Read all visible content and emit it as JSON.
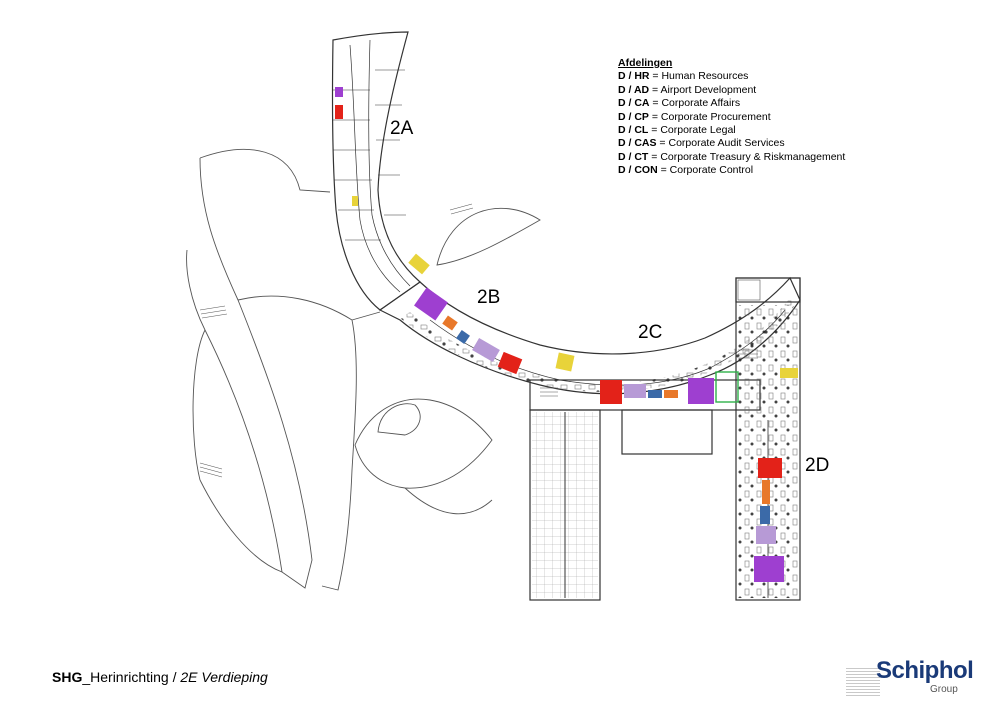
{
  "legend": {
    "title": "Afdelingen",
    "items": [
      {
        "code": "D / HR",
        "sep": " = ",
        "name": "Human Resources"
      },
      {
        "code": "D / AD",
        "sep": " = ",
        "name": "Airport Development"
      },
      {
        "code": "D / CA",
        "sep": " = ",
        "name": "Corporate Affairs"
      },
      {
        "code": "D / CP",
        "sep": " = ",
        "name": "Corporate Procurement"
      },
      {
        "code": "D / CL",
        "sep": " = ",
        "name": "Corporate Legal"
      },
      {
        "code": "D / CAS",
        "sep": " = ",
        "name": "Corporate Audit Services"
      },
      {
        "code": "D / CT",
        "sep": " = ",
        "name": "Corporate Treasury & Riskmanagement"
      },
      {
        "code": "D / CON",
        "sep": " = ",
        "name": "Corporate Control"
      }
    ]
  },
  "zones": {
    "a": "2A",
    "b": "2B",
    "c": "2C",
    "d": "2D"
  },
  "footer": {
    "project": "SHG",
    "rest": "_Herinrichting / ",
    "floor": "2E Verdieping"
  },
  "logo": {
    "word": "Schiphol",
    "sub": "Group"
  },
  "colors": {
    "red": "#e32219",
    "purple": "#9e3fd0",
    "lavender": "#b79ad6",
    "blue": "#3b6aa8",
    "orange": "#e8782a",
    "yellow": "#e8d33a",
    "green": "#2fb24a",
    "line": "#4a4a4a"
  }
}
